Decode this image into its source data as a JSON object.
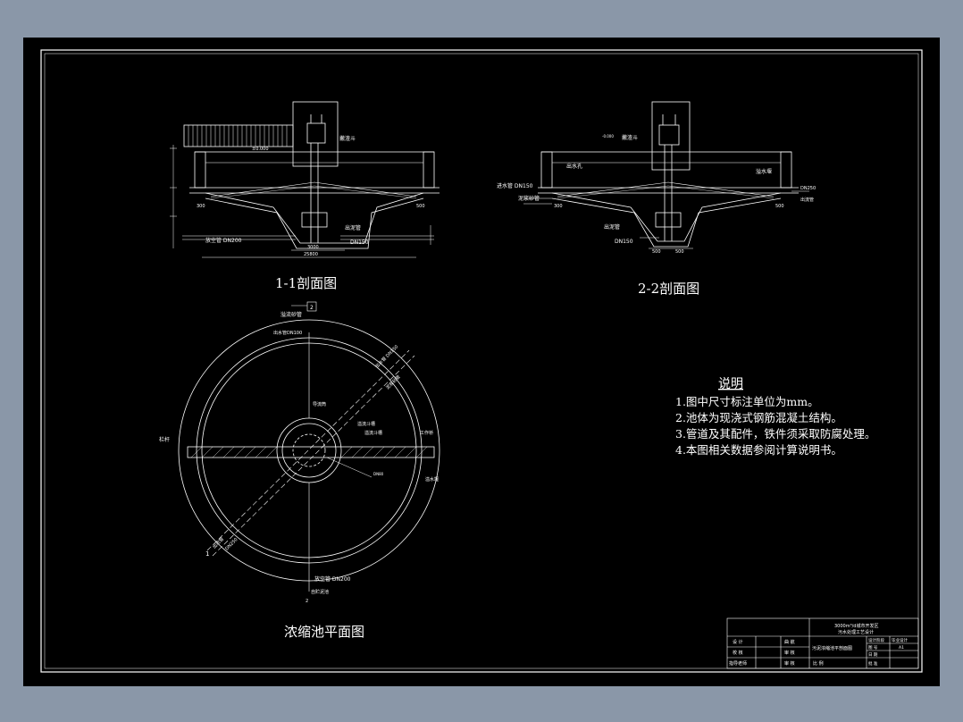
{
  "colors": {
    "background": "#000000",
    "line": "#ffffff",
    "outer": "#8a97a8"
  },
  "section11": {
    "title": "1-1剖面图",
    "labels": {
      "top_right": "撇渣斗",
      "level_mark": "±0.000",
      "left_dim": "300",
      "right_dim": "500",
      "outlet_pipe": "出泥管",
      "dn_outlet": "DN150",
      "drain_pipe": "放空管 DN200",
      "dim_inner": "3000",
      "dim_total": "25800"
    }
  },
  "section22": {
    "title": "2-2剖面图",
    "labels": {
      "top_mark": "-0.000",
      "sludge_funnel": "撇渣斗",
      "hole": "出水孔",
      "inlet_pipe": "进水管 DN150",
      "sand_pipe": "泥浆砂管",
      "weir": "溢水堰",
      "right_dn": "DN250",
      "outflow": "出流管",
      "left_dim": "300",
      "right_dim": "500",
      "bottom_pipe": "出泥管",
      "dn_bottom": "DN150",
      "dim_a": "500",
      "dim_b": "500"
    }
  },
  "plan": {
    "title": "浓缩池平面图",
    "labels": {
      "top": "溢流砂管",
      "mark2": "2",
      "inlet_top": "出水管DN100",
      "diag_1": "出水管 DN150",
      "diag_2": "泥浆砂管",
      "center_pipe": "导流筒",
      "ring_1": "溢流斗槽",
      "ring_2": "溢流斗槽",
      "work_bridge": "工作桥",
      "left_rail": "栏杆",
      "right_weir": "溢水堰",
      "dn_inner": "DN80",
      "lower_diag_1": "出流管",
      "lower_diag_2": "DN250",
      "mark1": "1",
      "bottom_pipe": "放空管 DN200",
      "bottom_sub": "自贮泥池",
      "mark_l2": "2"
    }
  },
  "notes": {
    "heading": "说明",
    "items": [
      "1.图中尺寸标注单位为mm。",
      "2.池体为现浇式钢筋混凝土结构。",
      "3.管道及其配件，铁件须采取防腐处理。",
      "4.本图相关数据参阅计算说明书。"
    ]
  },
  "title_block": {
    "project_line1": "3000m³/d城市开发区",
    "project_line2": "污水处理工艺设计",
    "drawing_name": "污泥浓缩池平剖面图",
    "cells": {
      "design": "设 计",
      "check": "校 核",
      "guide": "指导老师",
      "sign1": "曲 航",
      "sign2": "审 核",
      "sign3": "审 核",
      "stage_label": "设计阶段",
      "stage_value": "毕业设计",
      "sheet_label": "图 号",
      "sheet_value": "A1",
      "date_label": "日 期",
      "scale_label": "比 例",
      "approve_label": "批 准"
    }
  }
}
